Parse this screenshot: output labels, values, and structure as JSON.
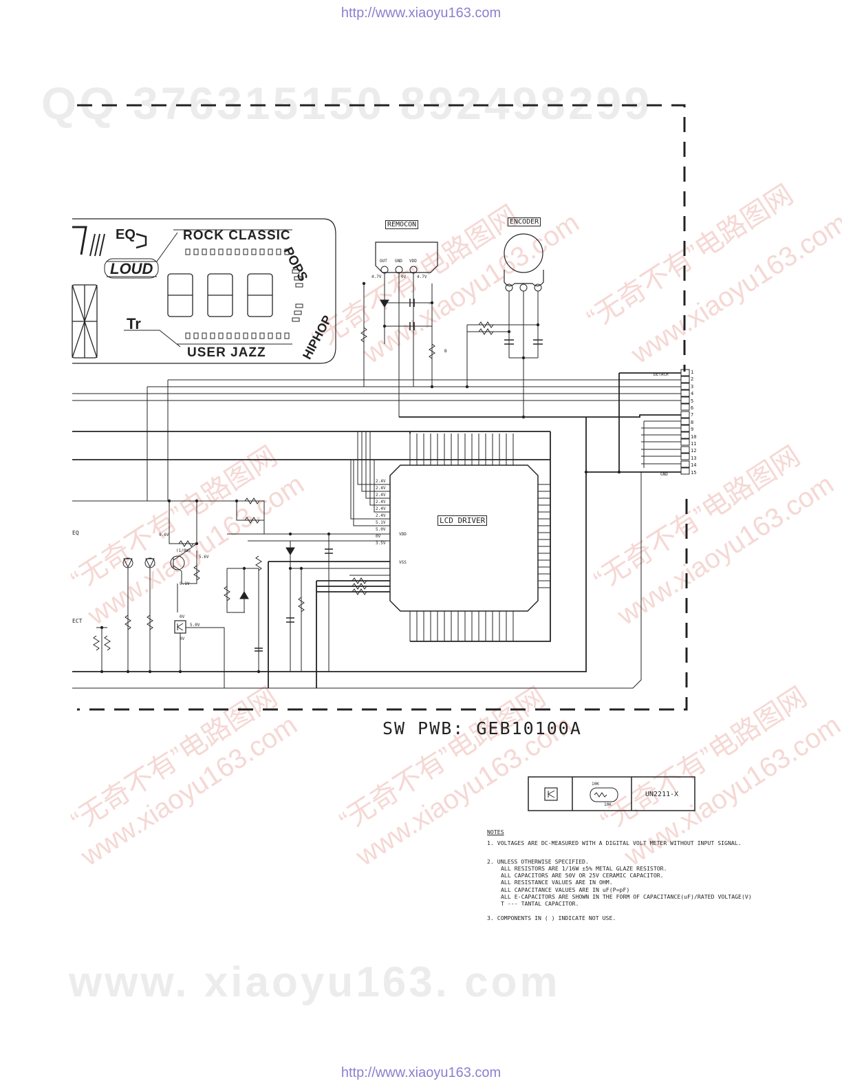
{
  "urls": {
    "top": "http://www.xiaoyu163.com",
    "bottom": "http://www.xiaoyu163.com"
  },
  "watermarks": {
    "qq": "QQ 376315150  892498299",
    "site": "www. xiaoyu163. com",
    "diag_cn": "“无奇不有”电路图网",
    "diag_url": "www.xiaoyu163.com"
  },
  "display": {
    "eq": "EQ",
    "loud": "LOUD",
    "rock_classic": "ROCK CLASSIC",
    "pops": "POPS",
    "tr": "Tr",
    "user_jazz": "USER JAZZ",
    "hiphop": "HIPHOP"
  },
  "labels": {
    "remocon": "REMOCON",
    "encoder": "ENCODER",
    "lcd_driver": "LCD DRIVER",
    "remocon_pins": [
      "OUT",
      "GND",
      "VDD"
    ],
    "remocon_voltages": [
      "4.7V",
      "0V",
      "4.7V"
    ],
    "detach": "DETACH",
    "gnd": "GND",
    "vdd": "VDD",
    "vss": "VSS",
    "eq": "EQ",
    "ect": "ECT",
    "b": "B"
  },
  "voltages": {
    "left_pins": [
      "2.4V",
      "2.4V",
      "2.4V",
      "2.4V",
      "2.4V",
      "2.4V",
      "5.1V",
      "5.0V",
      "",
      "0V",
      "3.5V",
      "",
      "",
      ""
    ],
    "transistor": [
      "9.6V",
      "(1/8W)",
      "5.6V",
      "9.1V",
      "0V",
      "5.0V",
      "0V"
    ]
  },
  "connector_pins": [
    "1",
    "2",
    "3",
    "4",
    "5",
    "6",
    "7",
    "8",
    "9",
    "10",
    "11",
    "12",
    "13",
    "14",
    "15"
  ],
  "transistor_table": {
    "part": "UN2211-X",
    "r1": "10K",
    "r2": "10K"
  },
  "pwb_title": "SW PWB:  GEB10100A",
  "notes": {
    "heading": "NOTES",
    "n1": "1.  VOLTAGES ARE DC-MEASURED WITH A DIGITAL VOLT METER WITHOUT INPUT SIGNAL.",
    "n2": "2.  UNLESS OTHERWISE SPECIFIED.",
    "n2_lines": [
      "ALL RESISTORS ARE 1/16W ±5% METAL GLAZE RESISTOR.",
      "ALL CAPACITORS ARE 50V OR 25V CERAMIC CAPACITOR.",
      "ALL RESISTANCE VALUES ARE IN OHM.",
      "ALL CAPACITANCE VALUES ARE IN uF(P=pF)",
      "ALL E-CAPACITORS ARE SHOWN IN THE FORM OF CAPACITANCE(uF)/RATED VOLTAGE(V)",
      "T --- TANTAL CAPACITOR."
    ],
    "n3": "3.  COMPONENTS IN (  ) INDICATE NOT USE."
  }
}
